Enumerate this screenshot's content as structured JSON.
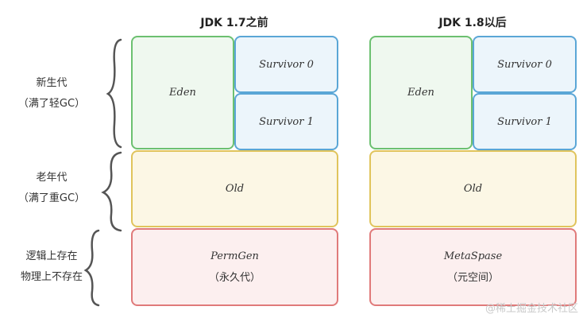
{
  "columns": [
    {
      "title": "JDK 1.7之前",
      "eden": "Eden",
      "survivor0": "Survivor 0",
      "survivor1": "Survivor 1",
      "old": "Old",
      "perm": "PermGen",
      "perm_sub": "（永久代）"
    },
    {
      "title": "JDK 1.8以后",
      "eden": "Eden",
      "survivor0": "Survivor 0",
      "survivor1": "Survivor 1",
      "old": "Old",
      "perm": "MetaSpase",
      "perm_sub": "（元空间）"
    }
  ],
  "side_labels": {
    "young": [
      "新生代",
      "（满了轻GC）"
    ],
    "old": [
      "老年代",
      "（满了重GC）"
    ],
    "perm": [
      "逻辑上存在",
      "物理上不存在"
    ]
  },
  "watermark": "@稀土掘金技术社区",
  "colors": {
    "eden": "#6cc070",
    "survivor": "#5aa6d6",
    "old": "#e0c45c",
    "perm": "#e07a7a"
  }
}
